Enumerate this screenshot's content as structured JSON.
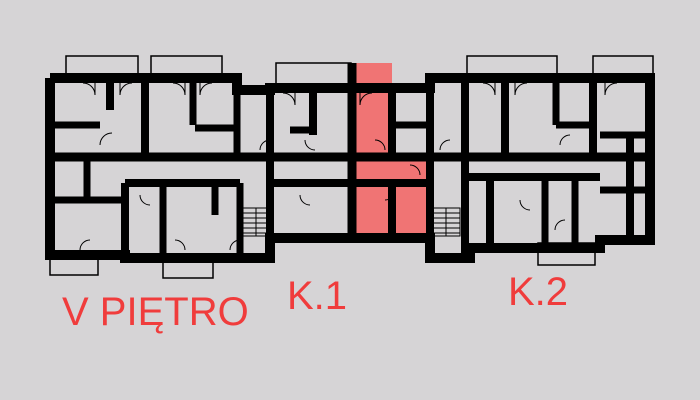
{
  "plan": {
    "floor_label": "V PIĘTRO",
    "units": [
      {
        "label": "K.1"
      },
      {
        "label": "K.2"
      }
    ],
    "highlight_color": "#f07474",
    "label_color": "#f03c3c",
    "wall_color": "#000000",
    "background_color": "#d6d4d6"
  }
}
